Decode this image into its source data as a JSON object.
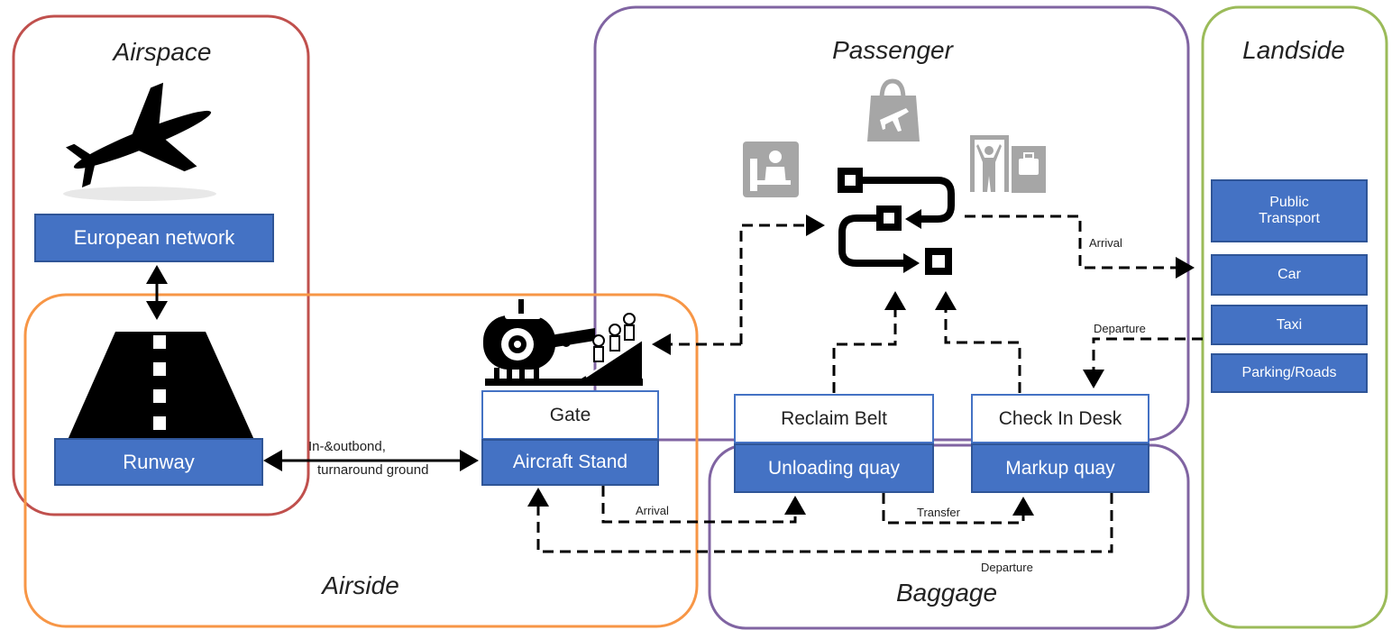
{
  "regions": {
    "airspace": "Airspace",
    "passenger": "Passenger",
    "landside": "Landside",
    "airside": "Airside",
    "baggage": "Baggage"
  },
  "boxes": {
    "european_network": "European network",
    "runway": "Runway",
    "gate": "Gate",
    "aircraft_stand": "Aircraft Stand",
    "reclaim_belt": "Reclaim Belt",
    "unloading_quay": "Unloading quay",
    "check_in_desk": "Check In Desk",
    "markup_quay": "Markup quay",
    "public_transport": "Public Transport",
    "car": "Car",
    "taxi": "Taxi",
    "parking_roads": "Parking/Roads"
  },
  "edge_labels": {
    "runway_stand_line1": "In-&outbond,",
    "runway_stand_line2": "turnaround ground",
    "pax_arrival": "Arrival",
    "pax_departure": "Departure",
    "bag_arrival": "Arrival",
    "bag_transfer": "Transfer",
    "bag_departure": "Departure"
  },
  "icons": [
    "airplane-icon",
    "runway-icon",
    "passport-control-icon",
    "shopping-bag-icon",
    "security-check-icon",
    "process-flow-icon",
    "aircraft-gate-icon"
  ],
  "colors": {
    "airspace": "#c0504d",
    "passenger": "#8064a2",
    "landside": "#9bbb59",
    "airside": "#f79646",
    "baggage": "#8064a2",
    "box_fill": "#4472c4",
    "icon_gray": "#a6a6a6"
  }
}
